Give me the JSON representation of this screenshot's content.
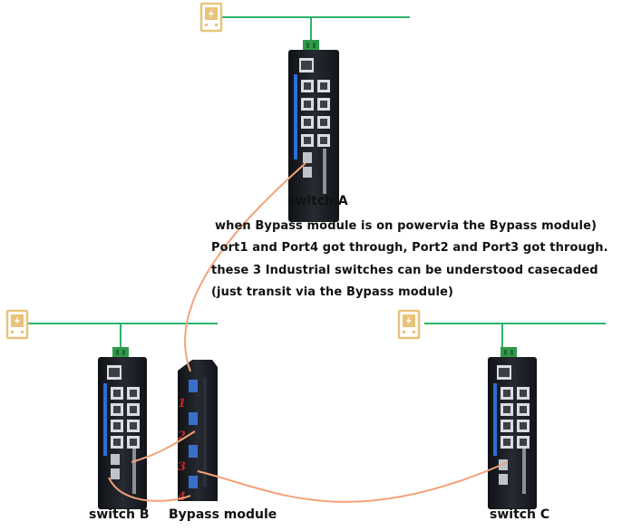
{
  "labels": {
    "switch_a": "switch A",
    "switch_b": "switch B",
    "switch_c": "switch C",
    "bypass": "Bypass module"
  },
  "notes": [
    "when Bypass module is on powervia the Bypass module)",
    "Port1 and Port4 got through, Port2 and Port3 got through.",
    "these 3 Industrial switches can be understood casecaded",
    "(just transit via the Bypass module)"
  ],
  "bypass_ports": [
    "1",
    "2",
    "3",
    "4"
  ],
  "colors": {
    "power_line": "#2db36b",
    "fiber": "#f2a27a",
    "icon": "#e8c37a",
    "switch_body": "#1b1e24",
    "port_accent": "#2a6fdb",
    "port_number": "#c0292a",
    "terminal": "#2f9a48"
  },
  "icons": [
    "power-supply-icon"
  ]
}
